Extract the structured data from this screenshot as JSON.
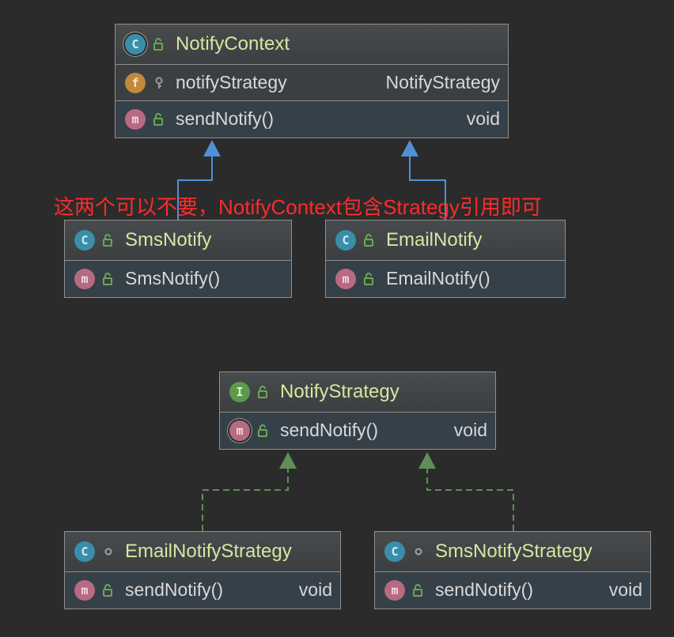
{
  "colors": {
    "background": "#2b2b2b",
    "class_title": "#d6e7a0",
    "member_text": "#d8d8d8",
    "extends_arrow": "#4f91d6",
    "implements_arrow": "#5f8f55",
    "annotation": "#ff2a2a"
  },
  "note": "这两个可以不要，NotifyContext包含Strategy引用即可",
  "classes": {
    "notify_context": {
      "icon": "class-icon",
      "name": "NotifyContext",
      "field": {
        "icon": "field-icon",
        "name": "notifyStrategy",
        "type": "NotifyStrategy"
      },
      "method": {
        "icon": "method-icon",
        "name": "sendNotify()",
        "type": "void"
      }
    },
    "sms_notify": {
      "icon": "class-icon",
      "name": "SmsNotify",
      "method": {
        "icon": "method-icon",
        "name": "SmsNotify()"
      }
    },
    "email_notify": {
      "icon": "class-icon",
      "name": "EmailNotify",
      "method": {
        "icon": "method-icon",
        "name": "EmailNotify()"
      }
    },
    "notify_strategy": {
      "icon": "interface-icon",
      "name": "NotifyStrategy",
      "method": {
        "icon": "method-icon",
        "name": "sendNotify()",
        "type": "void"
      }
    },
    "email_notify_strategy": {
      "icon": "class-icon",
      "name": "EmailNotifyStrategy",
      "method": {
        "icon": "method-icon",
        "name": "sendNotify()",
        "type": "void"
      }
    },
    "sms_notify_strategy": {
      "icon": "class-icon",
      "name": "SmsNotifyStrategy",
      "method": {
        "icon": "method-icon",
        "name": "sendNotify()",
        "type": "void"
      }
    }
  },
  "relations": [
    {
      "kind": "extends",
      "from": "sms_notify",
      "to": "notify_context"
    },
    {
      "kind": "extends",
      "from": "email_notify",
      "to": "notify_context"
    },
    {
      "kind": "implements",
      "from": "email_notify_strategy",
      "to": "notify_strategy"
    },
    {
      "kind": "implements",
      "from": "sms_notify_strategy",
      "to": "notify_strategy"
    }
  ]
}
